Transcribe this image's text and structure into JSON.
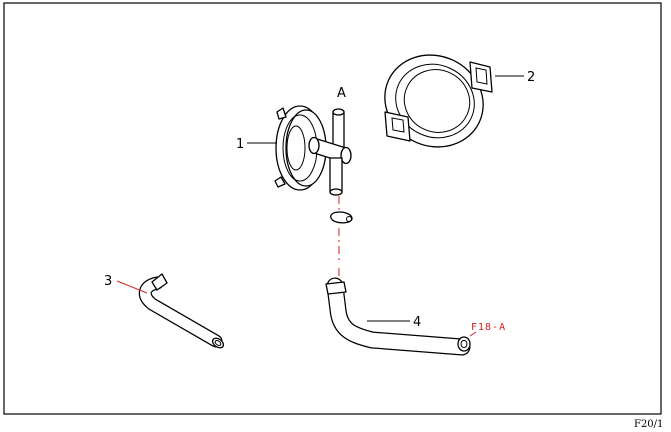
{
  "callouts": {
    "part1": "1",
    "part2": "2",
    "part3": "3",
    "part4": "4",
    "point_a": "A"
  },
  "reference": {
    "code": "F18-A",
    "color": "#d42020"
  },
  "figure_code": "F20/1",
  "colors": {
    "line": "#000000",
    "accent": "#d42020"
  }
}
